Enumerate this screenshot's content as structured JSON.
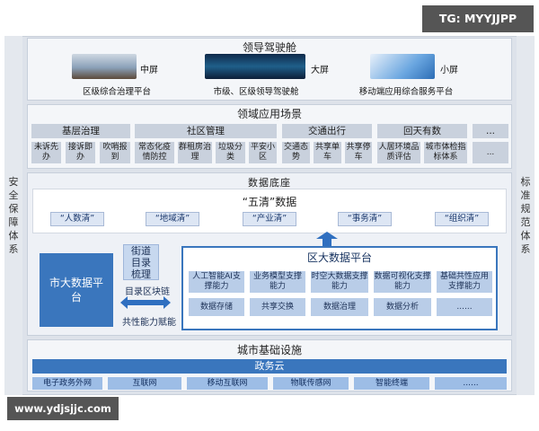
{
  "watermark_top": "TG: MYYJJPP",
  "watermark_bottom": "www.ydjsjjc.com",
  "left_side": "安全保障体系",
  "right_side": "标准规范体系",
  "cockpit": {
    "title": "领导驾驶舱",
    "screens": [
      {
        "name": "中屏",
        "caption": "区级综合治理平台"
      },
      {
        "name": "大屏",
        "caption": "市级、区级领导驾驶舱"
      },
      {
        "name": "小屏",
        "caption": "移动端应用综合服务平台"
      }
    ]
  },
  "scenes": {
    "title": "领域应用场景",
    "groups": [
      {
        "name": "基层治理",
        "items": [
          "未诉先办",
          "接诉即办",
          "吹哨报到"
        ]
      },
      {
        "name": "社区管理",
        "items": [
          "常态化疫情防控",
          "群租房治理",
          "垃圾分类",
          "平安小区"
        ]
      },
      {
        "name": "交通出行",
        "items": [
          "交通态势",
          "共享单车",
          "共享停车"
        ]
      },
      {
        "name": "回天有数",
        "items": [
          "人居环境品质评估",
          "城市体检指标体系"
        ]
      },
      {
        "name": "...",
        "items": [
          "..."
        ]
      }
    ]
  },
  "base": {
    "title": "数据底座",
    "five_title": "“五清”数据",
    "five_items": [
      "“人数清”",
      "“地域清”",
      "“产业清”",
      "“事务清”",
      "“组织清”"
    ],
    "city_platform": "市大数据平台",
    "street": "街道目录梳理",
    "chain": "目录区块链",
    "empower": "共性能力赋能",
    "district": {
      "title": "区大数据平台",
      "row1": [
        "人工智能AI支撑能力",
        "业务模型支撑能力",
        "时空大数据支撑能力",
        "数据可视化支撑能力",
        "基础共性应用支撑能力"
      ],
      "row2": [
        "数据存储",
        "共享交换",
        "数据治理",
        "数据分析",
        "......"
      ]
    }
  },
  "infra": {
    "title": "城市基础设施",
    "cloud": "政务云",
    "nets": [
      "电子政务外网",
      "互联网",
      "移动互联网",
      "物联传感网",
      "智能终端",
      "......"
    ]
  }
}
